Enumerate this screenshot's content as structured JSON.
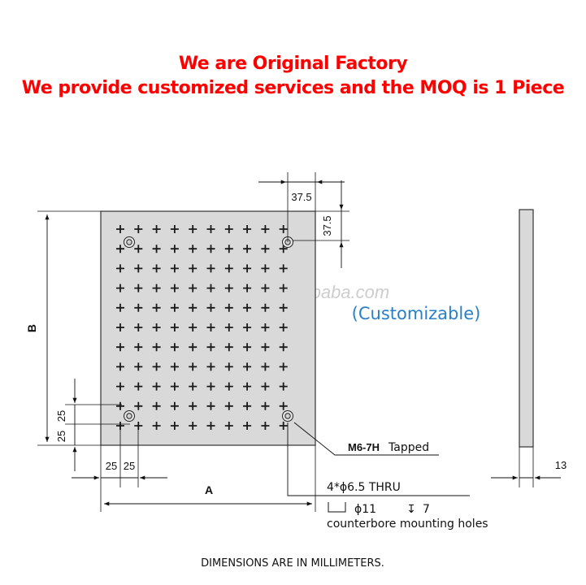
{
  "header": {
    "line1": "We are Original Factory",
    "line2": "We provide customized services and the MOQ is 1 Piece",
    "color": "#ff0000"
  },
  "plate": {
    "fill": "#d9d9d9",
    "stroke": "#333333",
    "grid_columns": 10,
    "grid_rows": 11,
    "mounting_hole_count": 4
  },
  "dimensions": {
    "top_offset_h": "37.5",
    "top_offset_v": "37.5",
    "height_label": "B",
    "width_label": "A",
    "left_offset_1": "25",
    "left_offset_2": "25",
    "bottom_offset_1": "25",
    "bottom_offset_2": "25",
    "thickness": "13"
  },
  "annotations": {
    "tap_code": "M6-7H",
    "tap_word": "Tapped",
    "thru_holes": "4*ϕ6.5 THRU",
    "counterbore_diameter": "ϕ11",
    "depth_symbol": "↧",
    "counterbore_depth": "7",
    "counterbore_note": "counterbore mounting holes"
  },
  "customizable": {
    "text": "(Customizable)",
    "color": "#2a7fc7"
  },
  "watermark": "xmdkgm.en.alibaba.com",
  "footer": "DIMENSIONS ARE IN MILLIMETERS."
}
